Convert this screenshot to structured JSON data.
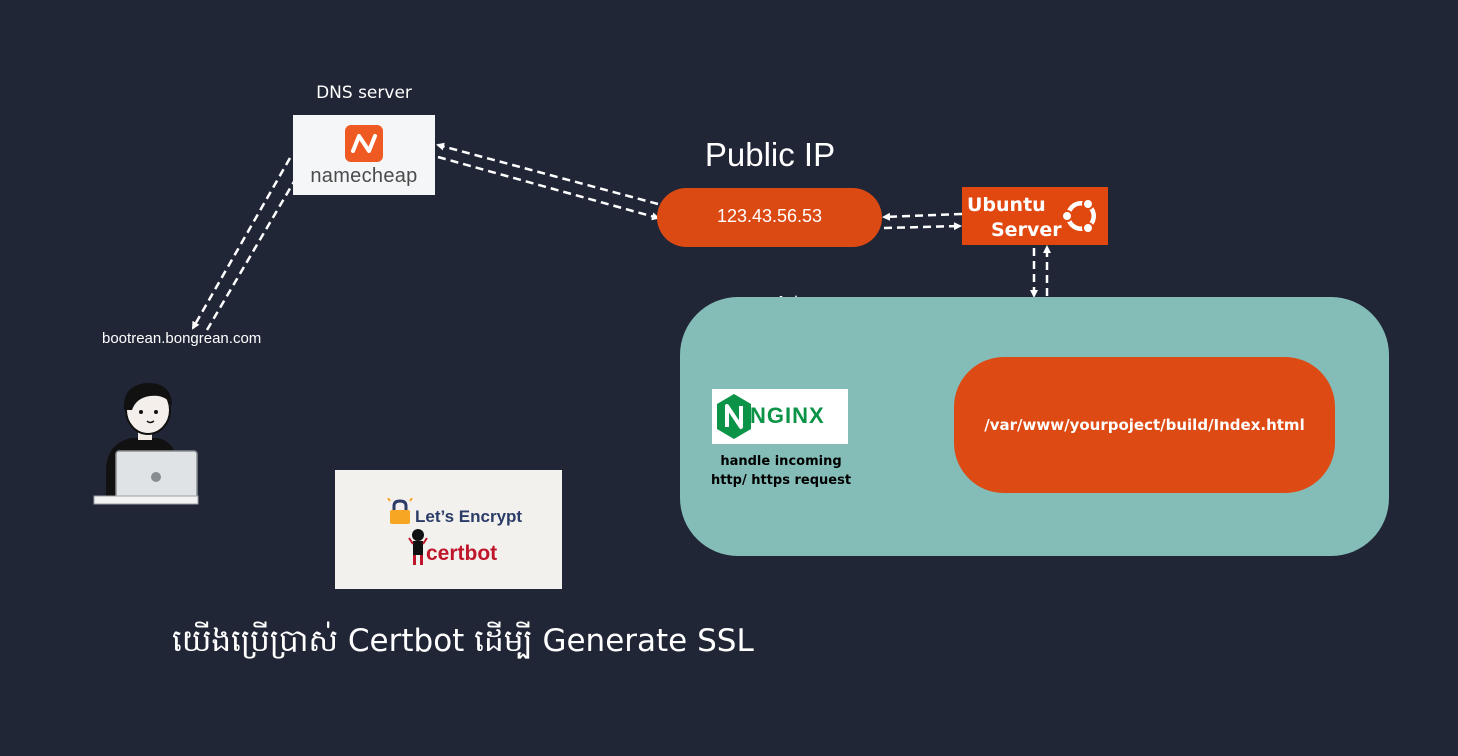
{
  "dns": {
    "label": "DNS server",
    "logo_text": "namecheap",
    "brand_color": "#ef5a22"
  },
  "public_ip": {
    "title": "Public IP",
    "address": "123.43.56.53",
    "pill_color": "#dc4a14"
  },
  "ubuntu": {
    "line1": "Ubuntu",
    "line2": "Server",
    "icon": "ubuntu-icon",
    "color": "#e1480f"
  },
  "nginx": {
    "logo_text": "NGINX",
    "logo_letter": "N",
    "caption_line1": "handle incoming",
    "caption_line2": "http/ https request",
    "brand_color": "#0b9347"
  },
  "app_path": "/var/www/yourpoject/build/Index.html",
  "client": {
    "domain": "bootrean.bongrean.com",
    "icon": "user-at-laptop-icon"
  },
  "letsencrypt": {
    "brand": "Let’s Encrypt",
    "tool": "certbot"
  },
  "caption": "យើងប្រើប្រាស់ Certbot ដើម្បី Generate SSL",
  "colors": {
    "background": "#212637",
    "panel": "#84bdb7",
    "accent_orange": "#dd4a14"
  }
}
